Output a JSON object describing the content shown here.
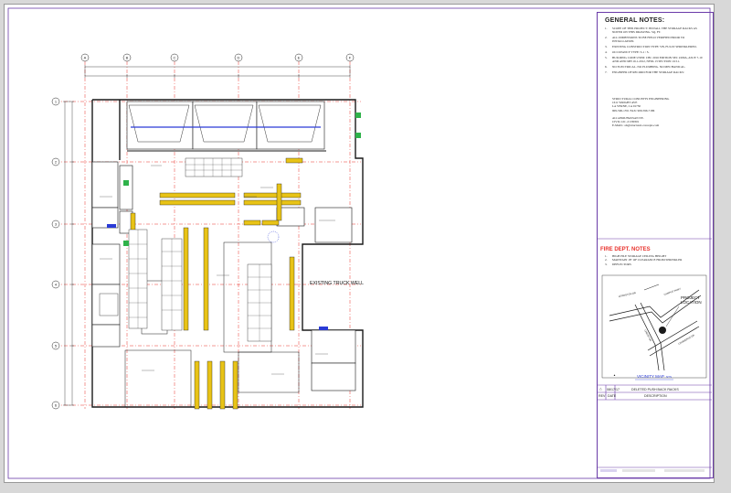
{
  "general_notes": {
    "title": "GENERAL NOTES:",
    "items": [
      {
        "num": "1.",
        "text": "SCOPE OF THIS PROJECT: INSTALL THE STORAGE RACKS AS NOTED ON THIS DRAWING. SQ. FT."
      },
      {
        "num": "2.",
        "text": "ALL DIMENSIONS TO BE FIELD VERIFIED PRIOR TO INSTALLATION."
      },
      {
        "num": "3.",
        "text": "EXISTING CONSTRUCTION TYPE: VB, FULLY SPRINKLERED."
      },
      {
        "num": "4.",
        "text": "OCCUPANCY TYPE: S-1 / S."
      },
      {
        "num": "5.",
        "text": "BUILDING CODE USED: CBC 2016 EDITION SEC 2209A, ASCE 7-10 AND ANSI MH 16.1-2012, NFPA 13 SECTION 10.3.1."
      },
      {
        "num": "6.",
        "text": "NO ELECTRICAL. NO PLUMBING. NO MECHANICAL."
      },
      {
        "num": "7.",
        "text": "ENGINEER OF RECORD FOR THE STORAGE RACKS:"
      }
    ],
    "contact": "STRUCTURAL CONCEPTS ENGINEERING\n1611 WRIGHT AVE\nLA VERNE, CA 91750\n909-596-1351 FAX: 909-596-7186\n\nALI ABOUHASSAN P.E.\nCIVIL LIC. # C80301\nE-MAIL: ali@structural-concepts.com"
  },
  "fire_dept_notes": {
    "title": "FIRE DEPT. NOTES",
    "items": [
      {
        "num": "1.",
        "text": "HIGH PILE STORAGE CEILING HEIGHT"
      },
      {
        "num": "2.",
        "text": "MAINTAIN 18\" OF CLEARANCE FROM SPRINKLER"
      },
      {
        "num": "3.",
        "text": "DEFLECTORS"
      }
    ]
  },
  "vicinity": {
    "project_label": "PROJECT\nLOCATION",
    "map_title": "VICINITY MAP",
    "scale": "NTS",
    "streets": [
      "CAMPUS PKWY",
      "LEXINGTON DR",
      "CHRIST DR",
      "COMMERCE DR"
    ]
  },
  "plan": {
    "truck_well_label": "EXISTING TRUCK WELL",
    "grid_top": [
      "A",
      "B",
      "C",
      "D",
      "E",
      "F"
    ],
    "grid_left": [
      "1",
      "2",
      "3",
      "4",
      "5",
      "6"
    ]
  },
  "revisions": {
    "rows": [
      {
        "num": "1",
        "date": "08/17/17",
        "description": "DELETED PUSH BACK RACKS"
      }
    ],
    "header": {
      "num": "REV",
      "date": "DATE",
      "description": "DESCRIPTION"
    }
  },
  "colors": {
    "title_block_border": "#6a3aa8",
    "gridline": "#e8322c",
    "wall": "#1a1a1a",
    "rack_fill": "#e8c316",
    "rack_outline": "#222222",
    "fire_notes_title": "#e8322c",
    "project_marker": "#1a1a1a"
  }
}
